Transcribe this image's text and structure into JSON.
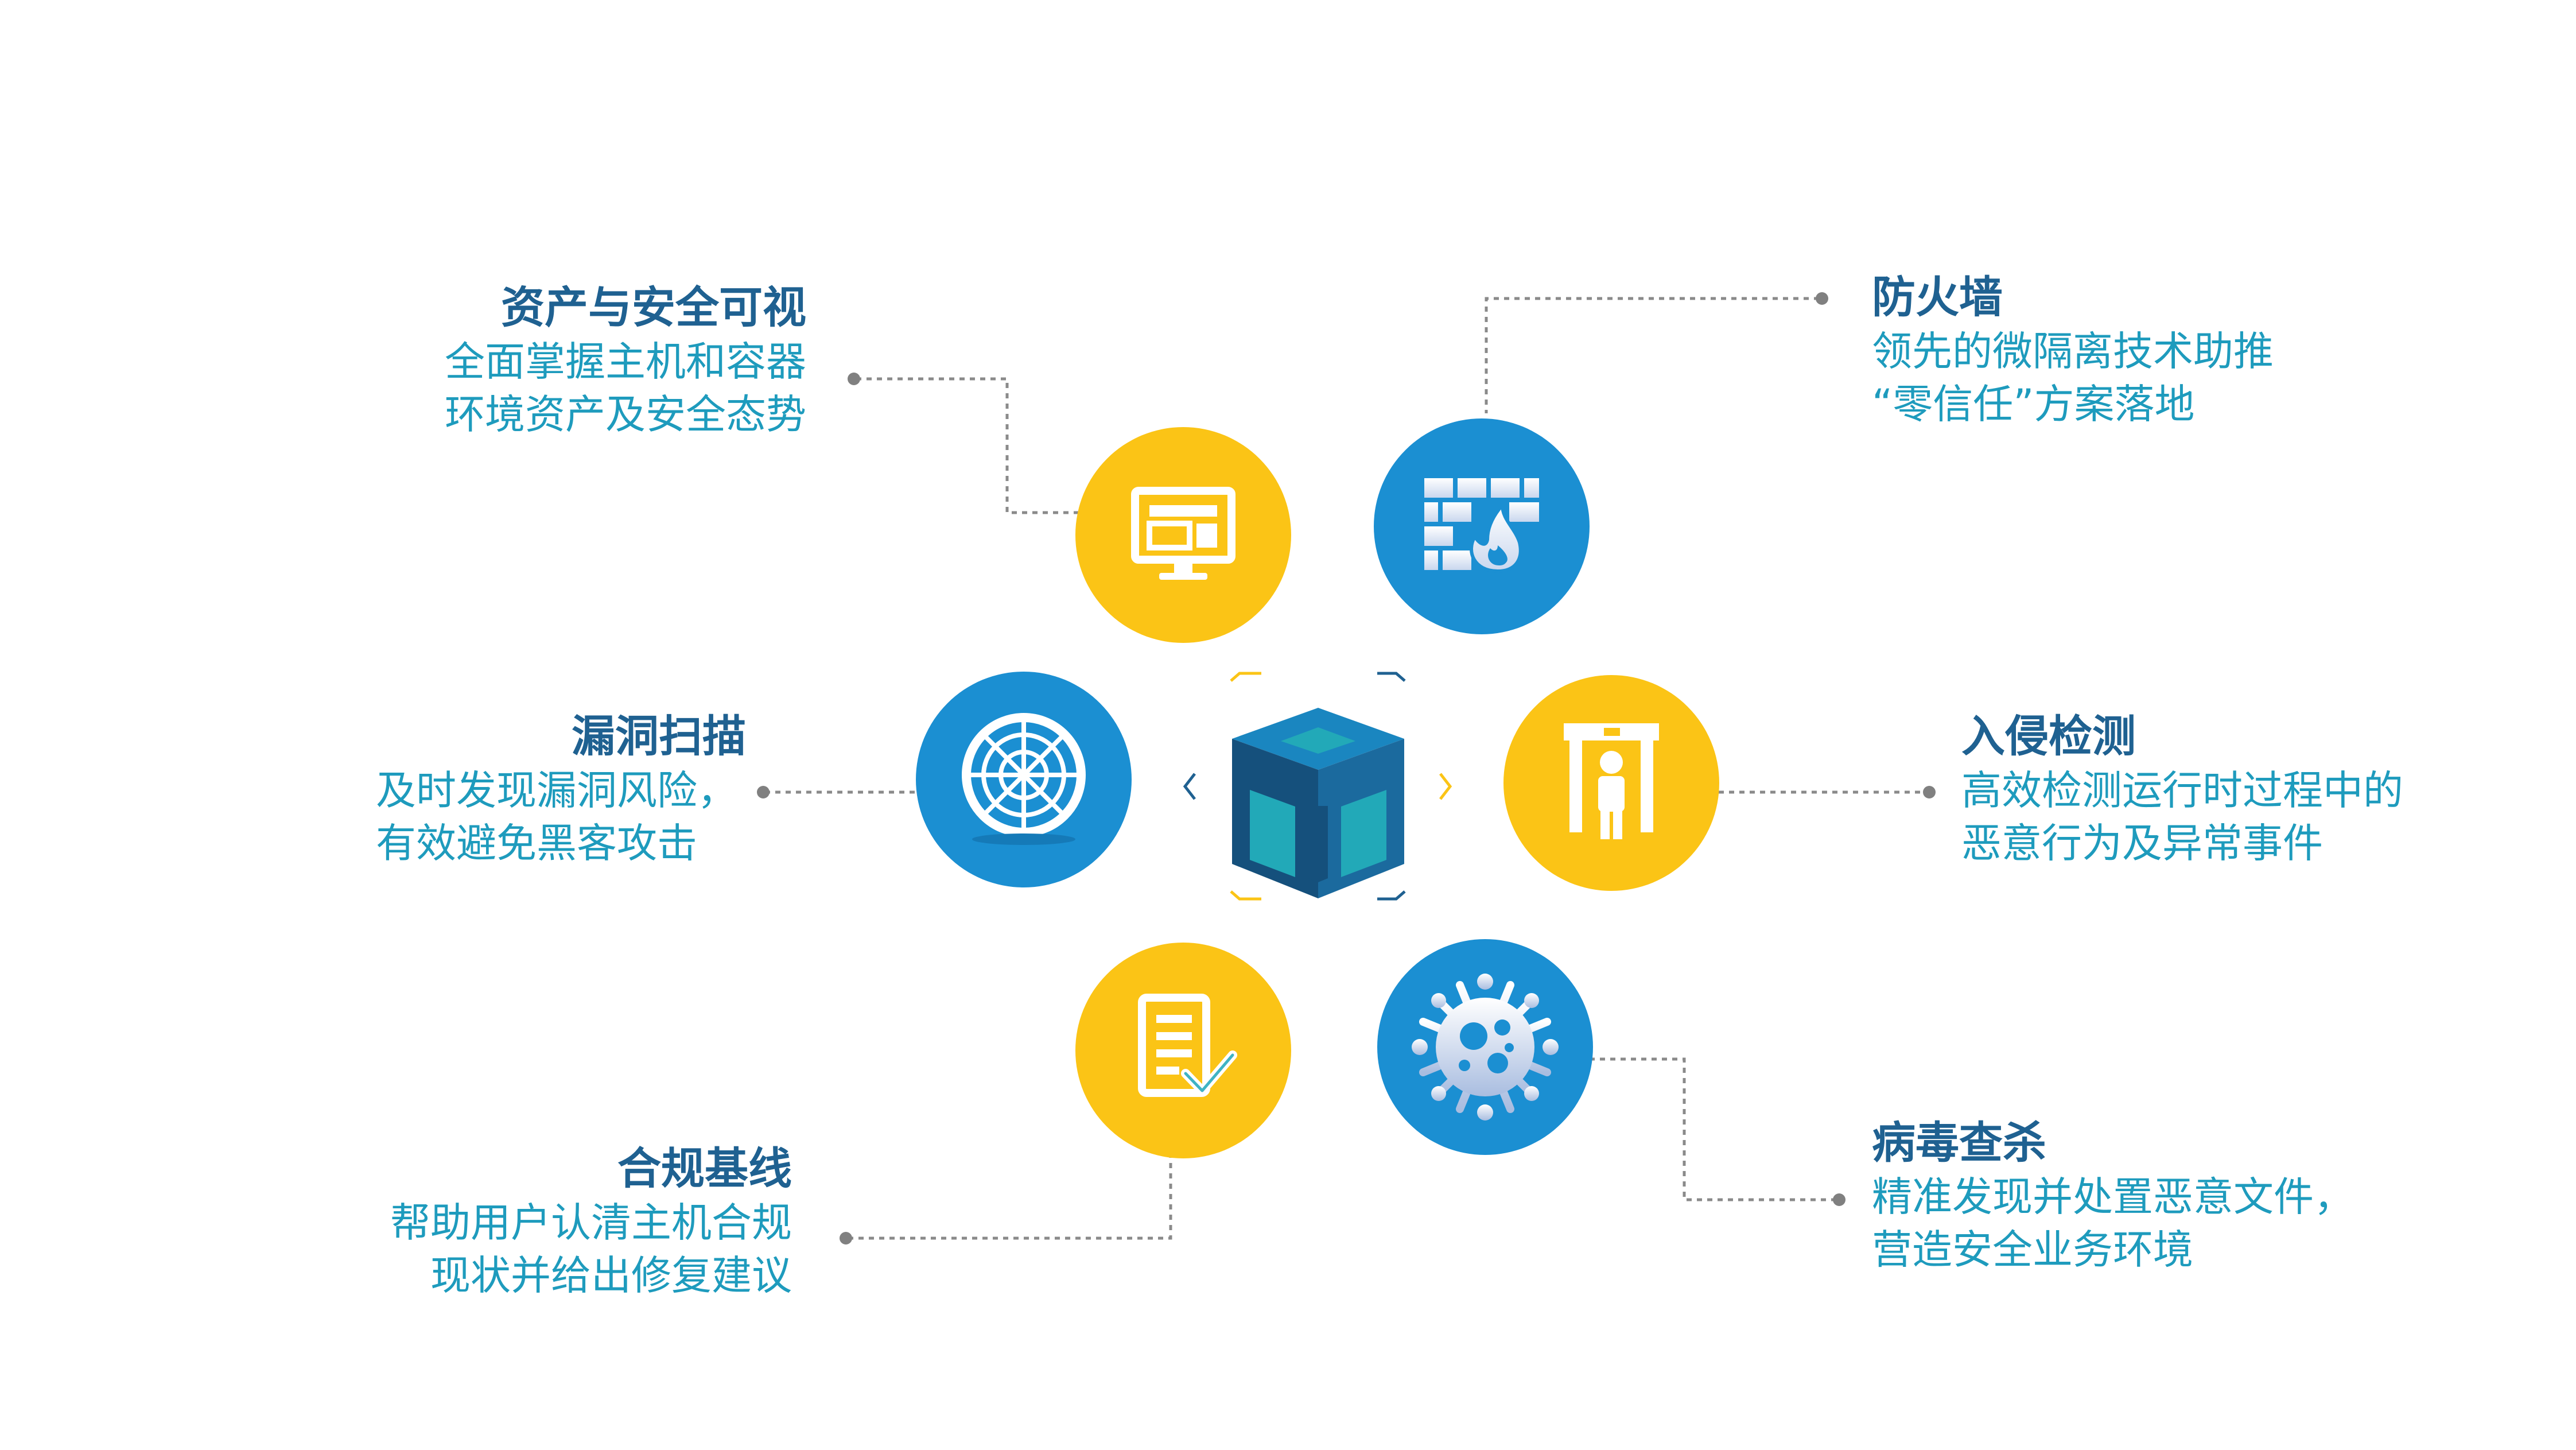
{
  "features": {
    "asset": {
      "title": "资产与安全可视",
      "lines": [
        "全面掌握主机和容器",
        "环境资产及安全态势"
      ],
      "icon": "monitor-icon"
    },
    "firewall": {
      "title": "防火墙",
      "lines": [
        "领先的微隔离技术助推",
        "“零信任”方案落地"
      ],
      "icon": "firewall-icon"
    },
    "vuln": {
      "title": "漏洞扫描",
      "lines": [
        "及时发现漏洞风险，",
        "有效避免黑客攻击"
      ],
      "icon": "radar-icon"
    },
    "intrusion": {
      "title": "入侵检测",
      "lines": [
        "高效检测运行时过程中的",
        "恶意行为及异常事件"
      ],
      "icon": "security-gate-icon"
    },
    "baseline": {
      "title": "合规基线",
      "lines": [
        "帮助用户认清主机合规",
        "现状并给出修复建议"
      ],
      "icon": "checklist-icon"
    },
    "virus": {
      "title": "病毒查杀",
      "lines": [
        "精准发现并处置恶意文件，",
        "营造安全业务环境"
      ],
      "icon": "virus-icon"
    }
  },
  "colors": {
    "yellow": "#fbc416",
    "blue": "#1b8fd2",
    "title": "#1f6191",
    "desc": "#1e9bbd",
    "connector": "#8a8a8a",
    "cube_top": "#1a86c0",
    "cube_dark": "#15507c",
    "cube_teal": "#22a9b8"
  }
}
